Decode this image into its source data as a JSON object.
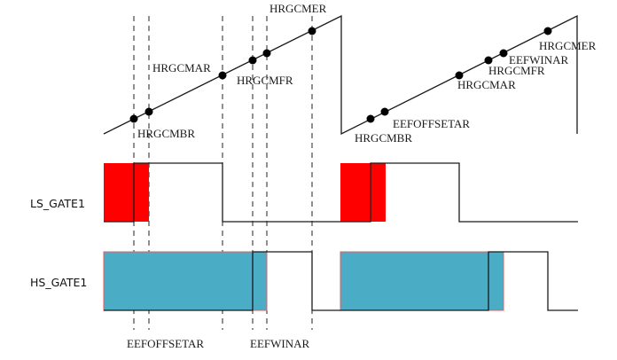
{
  "diagram": {
    "type": "timing-diagram",
    "colors": {
      "line": "#1a1a1a",
      "ls_fill": "#ff0000",
      "hs_fill": "#4bacc6",
      "hs_border": "#e06060",
      "dashed": "#222222"
    },
    "counter": {
      "name": "HRPWM counter ramp",
      "cycles": [
        {
          "points": [
            {
              "label": "HRGCMBR",
              "position": 0.127
            },
            {
              "label": "EEFOFFSETAR",
              "position": 0.19
            },
            {
              "label": "HRGCMAR",
              "position": 0.5
            },
            {
              "label": "HRGCMFR",
              "position": 0.627
            },
            {
              "label": "EEFWINAR",
              "position": 0.687
            },
            {
              "label": "HRGCMER",
              "position": 0.877
            }
          ]
        },
        {
          "points": [
            {
              "label": "HRGCMBR",
              "position": 0.125
            },
            {
              "label": "EEFOFFSETAR",
              "position": 0.185
            },
            {
              "label": "HRGCMAR",
              "position": 0.5
            },
            {
              "label": "HRGCMFR",
              "position": 0.624
            },
            {
              "label": "EEFWINAR",
              "position": 0.688
            },
            {
              "label": "HRGCMER",
              "position": 0.876
            }
          ]
        }
      ],
      "labels_cycle1": {
        "hrgcmbr": "HRGCMBR",
        "hrgcmar": "HRGCMAR",
        "hrgcmfr": "HRGCMFR",
        "hrgcmer": "HRGCMER"
      },
      "labels_cycle2": {
        "hrgcmbr": "HRGCMBR",
        "eefoffsetar": "EEFOFFSETAR",
        "hrgcmar": "HRGCMAR",
        "hrgcmfr": "HRGCMFR",
        "eefwinar": "EEFWINAR",
        "hrgcmer": "HRGCMER"
      }
    },
    "signals": [
      {
        "id": "ls",
        "label": "LS_GATE1"
      },
      {
        "id": "hs",
        "label": "HS_GATE1"
      }
    ],
    "bottom_labels": {
      "eefoffsetar": "EEFOFFSETAR",
      "eefwinar": "EEFWINAR"
    }
  }
}
